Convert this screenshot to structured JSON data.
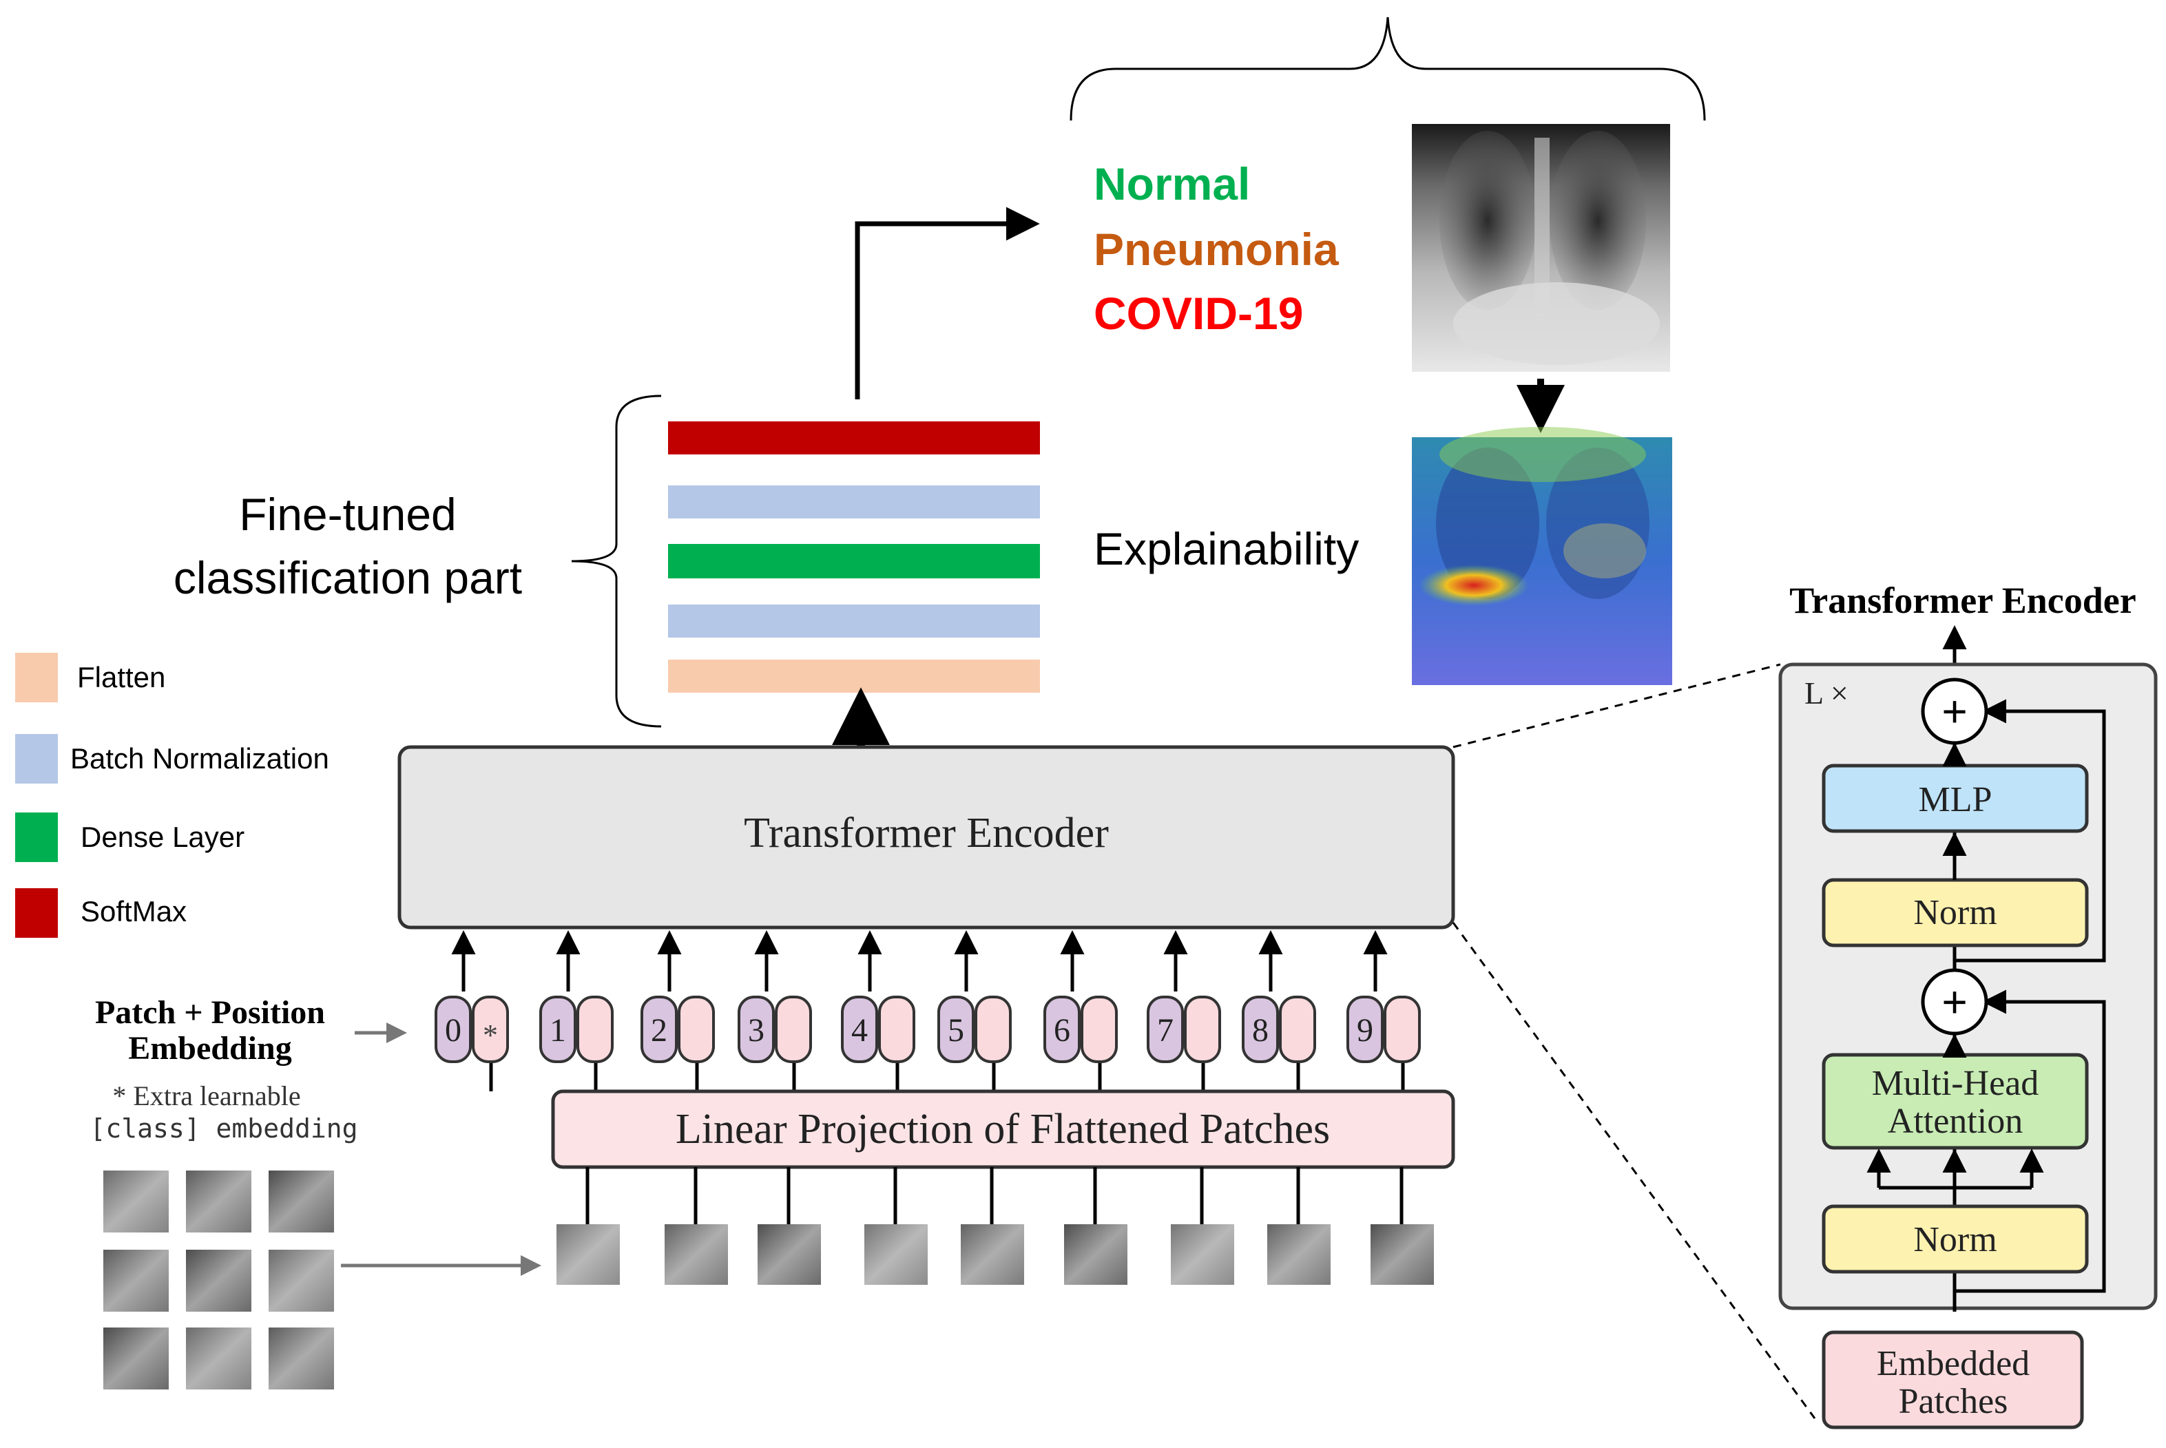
{
  "legend": [
    {
      "label": "Flatten",
      "color": "#f8cbad"
    },
    {
      "label": "Batch Normalization",
      "color": "#b4c7e7"
    },
    {
      "label": "Dense Layer",
      "color": "#00b050"
    },
    {
      "label": "SoftMax",
      "color": "#c00000"
    }
  ],
  "classification": {
    "label_line1": "Fine-tuned",
    "label_line2": "classification part",
    "layers": [
      "SoftMax",
      "Batch Normalization",
      "Dense Layer",
      "Batch Normalization",
      "Flatten"
    ]
  },
  "outputs": {
    "classes": [
      {
        "label": "Normal",
        "color": "#00b050"
      },
      {
        "label": "Pneumonia",
        "color": "#c55a11"
      },
      {
        "label": "COVID-19",
        "color": "#ff0000"
      }
    ],
    "explainability_label": "Explainability",
    "xray_image": "chest-xray-image",
    "heatmap_image": "chest-xray-heatmap"
  },
  "main": {
    "encoder_label": "Transformer Encoder",
    "projection_label": "Linear Projection of Flattened Patches",
    "patch_embedding_line1": "Patch + Position",
    "patch_embedding_line2": "Embedding",
    "extra_note_line1": "* Extra learnable",
    "extra_note_line2": "[class] embedding",
    "tokens": [
      "0",
      "1",
      "2",
      "3",
      "4",
      "5",
      "6",
      "7",
      "8",
      "9"
    ],
    "class_token_symbol": "*"
  },
  "encoder_detail": {
    "title": "Transformer Encoder",
    "repeat_label": "L ×",
    "mlp": "MLP",
    "norm_top": "Norm",
    "attention_line1": "Multi-Head",
    "attention_line2": "Attention",
    "norm_bottom": "Norm",
    "plus_symbol": "+",
    "embedded_line1": "Embedded",
    "embedded_line2": "Patches"
  },
  "colors": {
    "token_position": "#d9c5e0",
    "token_patch": "#fadadd",
    "projection_fill": "#fbe3e6",
    "encoder_fill": "#e6e6e6",
    "mlp_fill": "#bfe3f8",
    "norm_fill": "#fdf2b0",
    "attention_fill": "#c8ecb4",
    "embedded_fill": "#fadadd"
  }
}
